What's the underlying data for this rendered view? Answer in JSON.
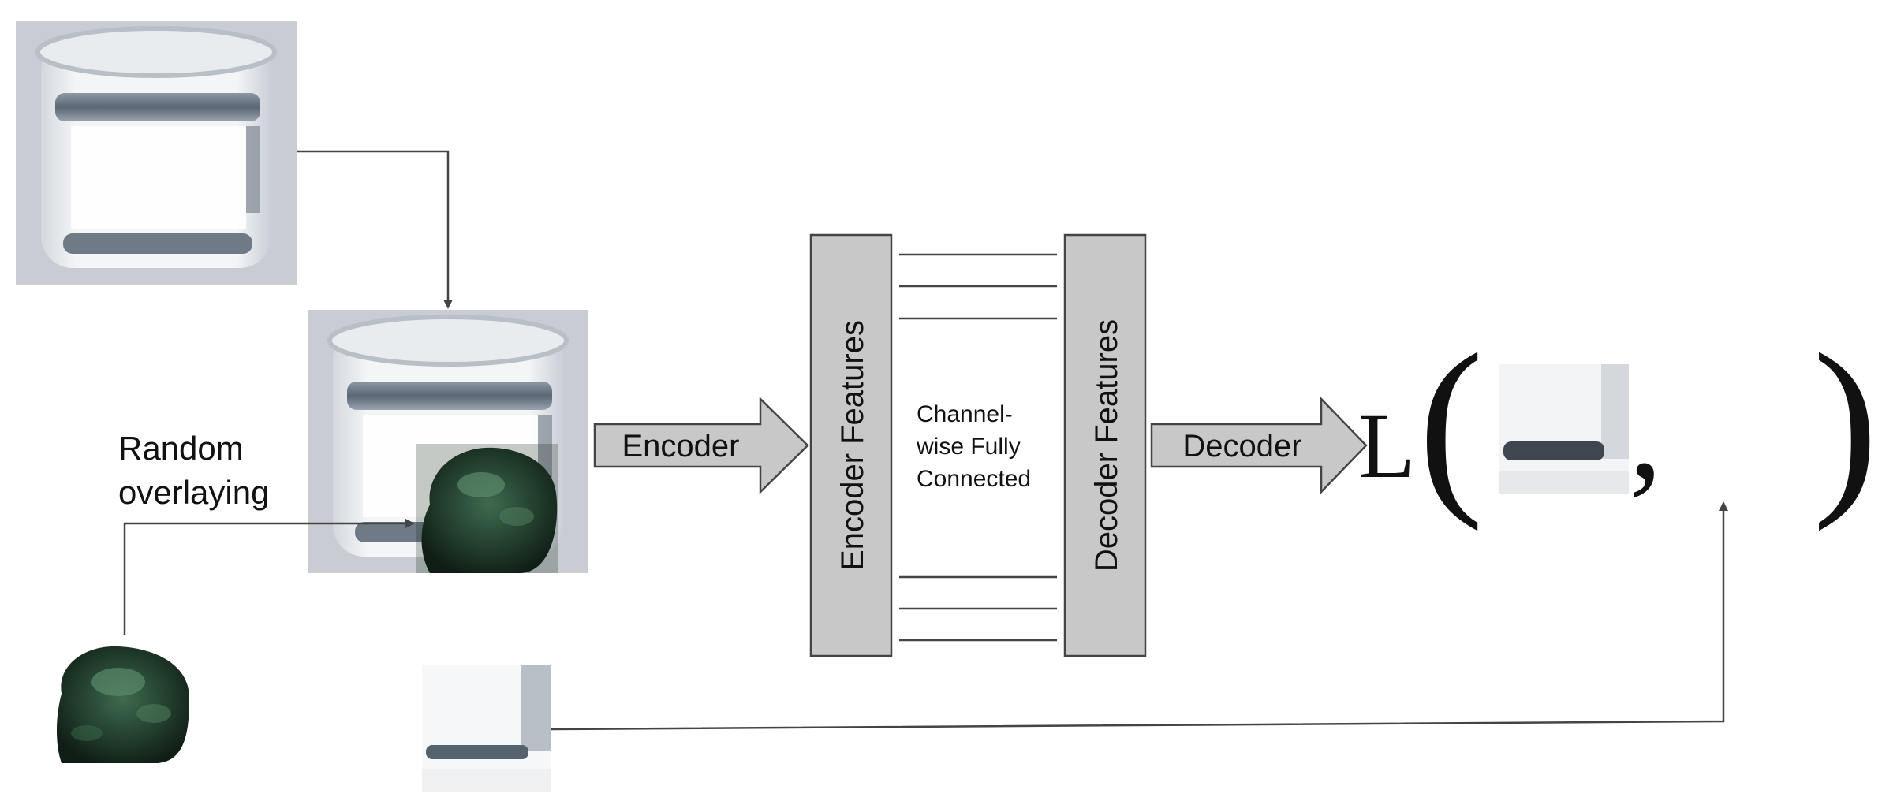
{
  "diagram": {
    "random_overlaying_line1": "Random",
    "random_overlaying_line2": "overlaying",
    "encoder_label": "Encoder",
    "encoder_features_label": "Encoder Features",
    "channel_fc_line1": "Channel-",
    "channel_fc_line2": "wise Fully",
    "channel_fc_line3": "Connected",
    "decoder_features_label": "Decoder Features",
    "decoder_label": "Decoder",
    "loss_symbol": "L",
    "loss_open_paren": "(",
    "loss_comma": ",",
    "loss_close_paren": ")"
  },
  "colors": {
    "block_fill": "#c8c8c8",
    "arrow_fill": "#c8c8c8",
    "stroke": "#444444",
    "patch_green": "#1e3a28"
  }
}
